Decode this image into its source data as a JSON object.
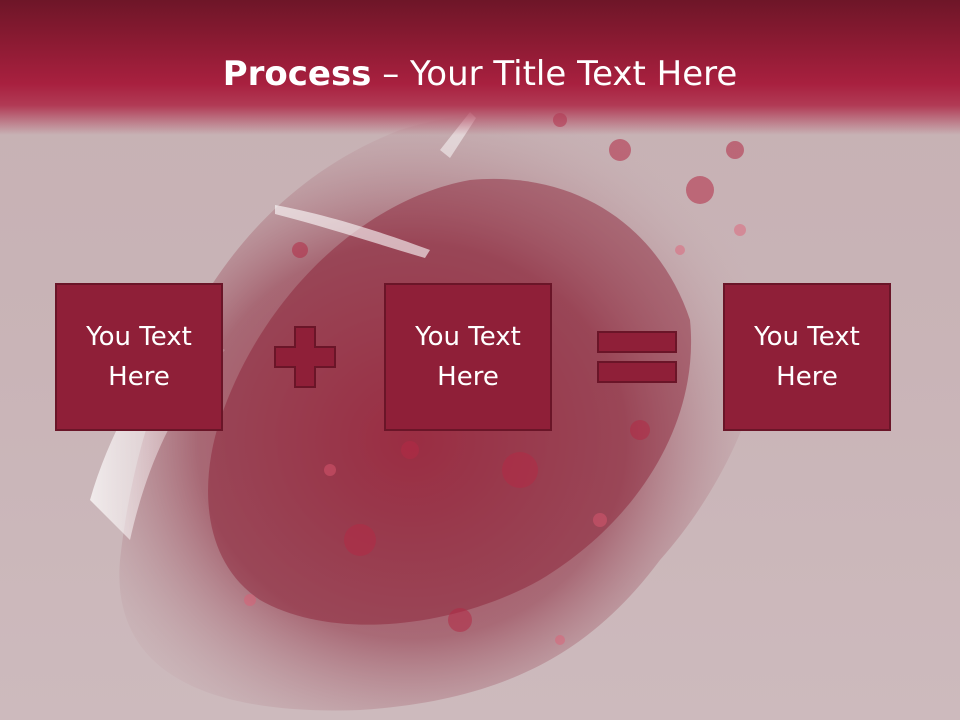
{
  "slide": {
    "title_bold": "Process",
    "title_rest": " – Your Title Text Here",
    "boxes": [
      {
        "text": "You Text Here"
      },
      {
        "text": "You Text Here"
      },
      {
        "text": "You Text Here"
      }
    ],
    "operators": [
      "plus-icon",
      "equals-icon"
    ]
  },
  "colors": {
    "header": "#a8203f",
    "box_fill": "#8f1f38",
    "box_border": "#6a1528",
    "background": "#c9b4b7"
  }
}
